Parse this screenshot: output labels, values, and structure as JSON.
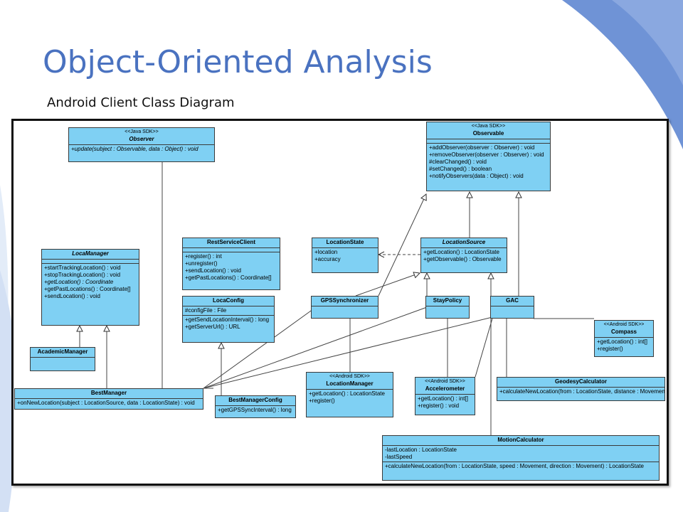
{
  "slide": {
    "title": "Object-Oriented Analysis",
    "subtitle": "Android Client Class Diagram"
  },
  "colors": {
    "title": "#4a72c0",
    "class_fill": "#7fd0f3",
    "decor": "#6f93d6"
  },
  "classes": {
    "observer": {
      "stereotype": "<<Java SDK>>",
      "name": "Observer",
      "methods": [
        "+update(subject : Observable, data : Object) : void"
      ]
    },
    "observable": {
      "stereotype": "<<Java SDK>>",
      "name": "Observable",
      "methods": [
        "+addObserver(observer : Observer) : void",
        "+removeObserver(observer : Observer) : void",
        "#clearChanged() : void",
        "#setChanged() : boolean",
        "+notifyObservers(data : Object) : void"
      ]
    },
    "rest_service_client": {
      "name": "RestServiceClient",
      "methods": [
        "+register() : int",
        "+unregister()",
        "+sendLocation() : void",
        "+getPastLocations() : Coordinate[]"
      ]
    },
    "location_state": {
      "name": "LocationState",
      "attributes": [
        "+location",
        "+accuracy"
      ]
    },
    "location_source": {
      "name": "LocationSource",
      "methods": [
        "+getLocation() : LocationState",
        "+getObservable() : Observable"
      ]
    },
    "loca_manager": {
      "name": "LocaManager",
      "methods": [
        "+startTrackingLocation() : void",
        "+stopTrackingLocation() : void",
        "+getLocation() : Coordinate",
        "+getPastLocations() : Coordinate[]",
        "+sendLocation() : void"
      ]
    },
    "loca_config": {
      "name": "LocaConfig",
      "attributes": [
        "#configFile : File"
      ],
      "methods": [
        "+getSendLocationInterval() : long",
        "+getServerUrl() : URL"
      ]
    },
    "gps_synchronizer": {
      "name": "GPSSynchronizer"
    },
    "stay_policy": {
      "name": "StayPolicy"
    },
    "gac": {
      "name": "GAC"
    },
    "compass": {
      "stereotype": "<<Android SDK>>",
      "name": "Compass",
      "methods": [
        "+getLocation() : int[]",
        "+register()"
      ]
    },
    "academic_manager": {
      "name": "AcademicManager"
    },
    "location_manager": {
      "stereotype": "<<Android SDK>>",
      "name": "LocationManager",
      "methods": [
        "+getLocation() : LocationState",
        "+register()"
      ]
    },
    "accelerometer": {
      "stereotype": "<<Android SDK>>",
      "name": "Accelerometer",
      "methods": [
        "+getLocation() : int[]",
        "+register() : void"
      ]
    },
    "geodesy_calculator": {
      "name": "GeodesyCalculator",
      "methods": [
        "+calculateNewLocation(from : LocationState, distance : Movement) : LocationState"
      ]
    },
    "best_manager": {
      "name": "BestManager",
      "methods": [
        "+onNewLocation(subject : LocationSource, data : LocationState) : void"
      ]
    },
    "best_manager_config": {
      "name": "BestManagerConfig",
      "methods": [
        "+getGPSSyncInterval() : long"
      ]
    },
    "motion_calculator": {
      "name": "MotionCalculator",
      "attributes": [
        "-lastLocation : LocationState",
        "-lastSpeed"
      ],
      "methods": [
        "+calculateNewLocation(from : LocationState, speed : Movement, direction : Movement) : LocationState"
      ]
    }
  }
}
